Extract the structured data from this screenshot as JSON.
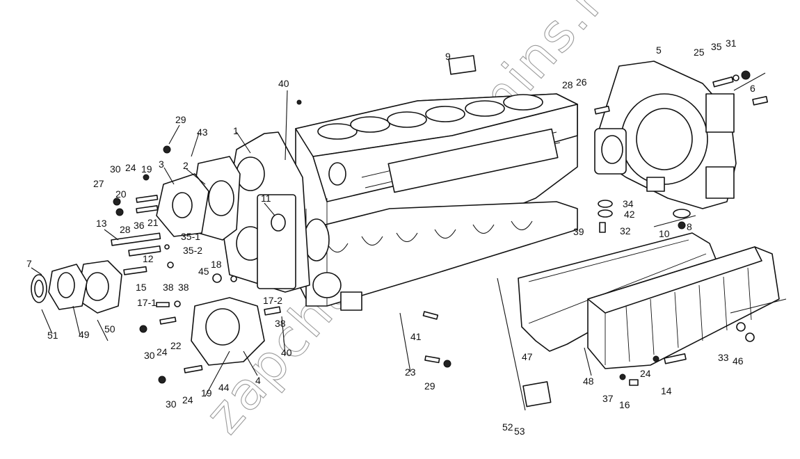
{
  "watermark": "zapchasti-cummins.ru",
  "corner_mark": "",
  "labels": [
    {
      "id": "l1",
      "text": "1"
    },
    {
      "id": "l2",
      "text": "2"
    },
    {
      "id": "l3",
      "text": "3"
    },
    {
      "id": "l4",
      "text": "4"
    },
    {
      "id": "l5",
      "text": "5"
    },
    {
      "id": "l6",
      "text": "6"
    },
    {
      "id": "l7",
      "text": "7"
    },
    {
      "id": "l8",
      "text": "8"
    },
    {
      "id": "l9",
      "text": "9"
    },
    {
      "id": "l10",
      "text": "10"
    },
    {
      "id": "l11",
      "text": "11"
    },
    {
      "id": "l12",
      "text": "12"
    },
    {
      "id": "l13",
      "text": "13"
    },
    {
      "id": "l14",
      "text": "14"
    },
    {
      "id": "l15",
      "text": "15"
    },
    {
      "id": "l16",
      "text": "16"
    },
    {
      "id": "l17_1",
      "text": "17-1"
    },
    {
      "id": "l17_2",
      "text": "17-2"
    },
    {
      "id": "l18",
      "text": "18"
    },
    {
      "id": "l19a",
      "text": "19"
    },
    {
      "id": "l19b",
      "text": "19"
    },
    {
      "id": "l20",
      "text": "20"
    },
    {
      "id": "l21",
      "text": "21"
    },
    {
      "id": "l22",
      "text": "22"
    },
    {
      "id": "l23",
      "text": "23"
    },
    {
      "id": "l24a",
      "text": "24"
    },
    {
      "id": "l24b",
      "text": "24"
    },
    {
      "id": "l24c",
      "text": "24"
    },
    {
      "id": "l24d",
      "text": "24"
    },
    {
      "id": "l25",
      "text": "25"
    },
    {
      "id": "l26",
      "text": "26"
    },
    {
      "id": "l27",
      "text": "27"
    },
    {
      "id": "l28a",
      "text": "28"
    },
    {
      "id": "l28b",
      "text": "28"
    },
    {
      "id": "l29a",
      "text": "29"
    },
    {
      "id": "l29b",
      "text": "29"
    },
    {
      "id": "l30a",
      "text": "30"
    },
    {
      "id": "l30b",
      "text": "30"
    },
    {
      "id": "l30c",
      "text": "30"
    },
    {
      "id": "l31",
      "text": "31"
    },
    {
      "id": "l32",
      "text": "32"
    },
    {
      "id": "l33",
      "text": "33"
    },
    {
      "id": "l34",
      "text": "34"
    },
    {
      "id": "l35",
      "text": "35"
    },
    {
      "id": "l35_1",
      "text": "35-1"
    },
    {
      "id": "l35_2",
      "text": "35-2"
    },
    {
      "id": "l36",
      "text": "36"
    },
    {
      "id": "l37",
      "text": "37"
    },
    {
      "id": "l38a",
      "text": "38"
    },
    {
      "id": "l38b",
      "text": "38"
    },
    {
      "id": "l38c",
      "text": "38"
    },
    {
      "id": "l39",
      "text": "39"
    },
    {
      "id": "l40a",
      "text": "40"
    },
    {
      "id": "l40b",
      "text": "40"
    },
    {
      "id": "l41",
      "text": "41"
    },
    {
      "id": "l42",
      "text": "42"
    },
    {
      "id": "l43",
      "text": "43"
    },
    {
      "id": "l44",
      "text": "44"
    },
    {
      "id": "l45",
      "text": "45"
    },
    {
      "id": "l46",
      "text": "46"
    },
    {
      "id": "l47",
      "text": "47"
    },
    {
      "id": "l48",
      "text": "48"
    },
    {
      "id": "l49",
      "text": "49"
    },
    {
      "id": "l50",
      "text": "50"
    },
    {
      "id": "l51",
      "text": "51"
    },
    {
      "id": "l52",
      "text": "52"
    },
    {
      "id": "l53",
      "text": "53"
    }
  ]
}
